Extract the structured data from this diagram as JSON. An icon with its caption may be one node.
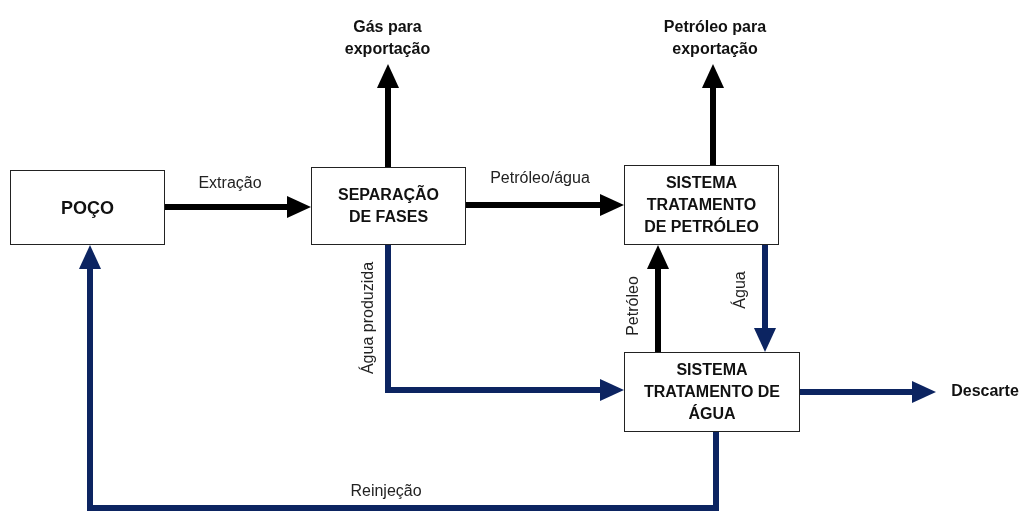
{
  "diagram": {
    "nodes": [
      {
        "text": [
          "POÇO"
        ]
      },
      {
        "text": [
          "SEPARAÇÃO DE FASES"
        ]
      },
      {
        "text": [
          "SISTEMA TRATAMENTO DE PETRÓLEO"
        ]
      },
      {
        "text": [
          "SISTEMA TRATAMENTO DE ÁGUA"
        ]
      },
      {
        "text": [
          "Gás para exportação"
        ]
      },
      {
        "text": [
          "Petróleo para exportação"
        ]
      },
      {
        "text": [
          "Descarte"
        ]
      }
    ],
    "edges": [
      {
        "from": 0,
        "to": 1,
        "arrow": "to",
        "label": "Extração"
      },
      {
        "from": 1,
        "to": 4,
        "arrow": "to"
      },
      {
        "from": 1,
        "to": 2,
        "arrow": "to",
        "label": "Petróleo/água"
      },
      {
        "from": 2,
        "to": 5,
        "arrow": "to"
      },
      {
        "from": 2,
        "to": 3,
        "arrow": "to",
        "label": "Água",
        "color": "#0c2461"
      },
      {
        "from": 3,
        "to": 2,
        "arrow": "to",
        "label": "Petróleo"
      },
      {
        "from": 1,
        "to": 3,
        "arrow": "to",
        "label": "Água produzida",
        "color": "#0c2461"
      },
      {
        "from": 3,
        "to": 6,
        "arrow": "to",
        "color": "#0c2461"
      },
      {
        "from": 3,
        "to": 0,
        "arrow": "to",
        "label": "Reinjeção",
        "color": "#0c2461"
      }
    ]
  }
}
